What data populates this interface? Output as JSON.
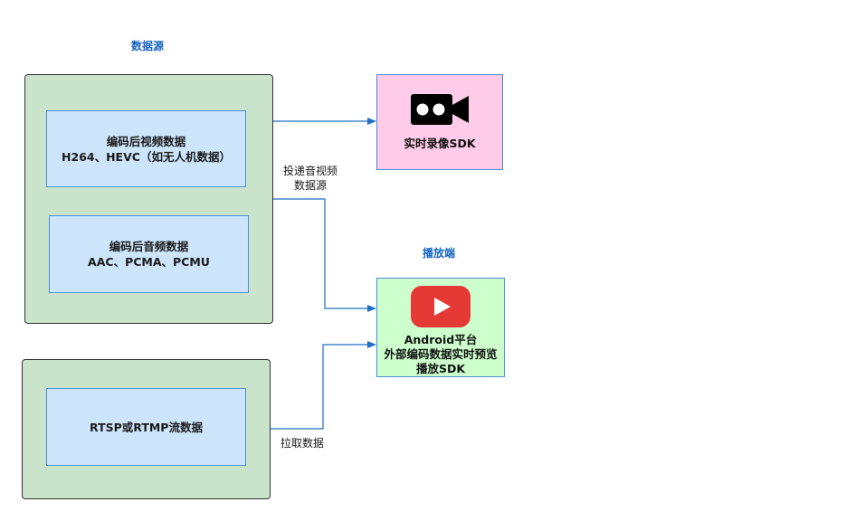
{
  "titles": {
    "data_source": "数据源",
    "player_side": "播放端"
  },
  "sources": {
    "video": {
      "line1": "编码后视频数据",
      "line2": "H264、HEVC（如无人机数据）"
    },
    "audio": {
      "line1": "编码后音频数据",
      "line2": "AAC、PCMA、PCMU"
    },
    "stream": {
      "label": "RTSP或RTMP流数据"
    }
  },
  "targets": {
    "recorder": {
      "icon": "video-camera-icon",
      "label": "实时录像SDK"
    },
    "player": {
      "icon": "youtube-play-icon",
      "line1": "Android平台",
      "line2": "外部编码数据实时预览",
      "line3": "播放SDK"
    }
  },
  "edges": {
    "push": {
      "line1": "投递音视频",
      "line2": "数据源"
    },
    "pull": {
      "label": "拉取数据"
    }
  },
  "colors": {
    "title_blue": "#1565c0",
    "group_green": "#c9e4cb",
    "inner_blue": "#cce5fb",
    "pink": "#fecce8",
    "light_green": "#ccffcc",
    "connector": "#1f6fc4",
    "youtube_red": "#e53935"
  }
}
